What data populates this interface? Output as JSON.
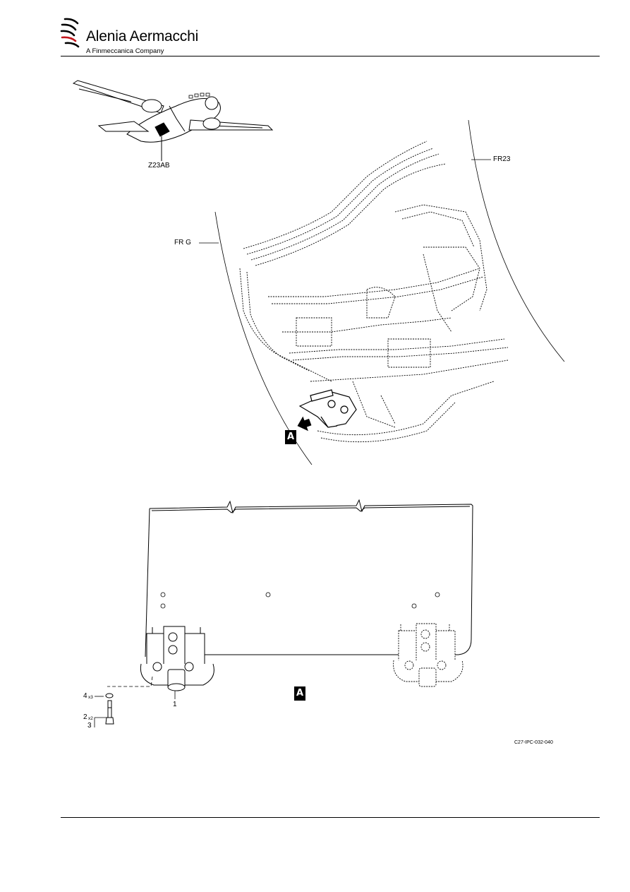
{
  "header": {
    "company_name": "Alenia Aermacchi",
    "company_sub": "A Finmeccanica Company"
  },
  "figure": {
    "zone_label": "Z23AB",
    "frame_right": "FR23",
    "frame_left": "FR G",
    "detail_ref": "A",
    "detail_title": "A",
    "callouts": {
      "item1": "1",
      "item4": "4",
      "item4_qty": "x3",
      "item2": "2",
      "item2_qty": "x2",
      "item3": "3"
    },
    "figure_code": "C27-IPC-032-040"
  },
  "icons": [
    "logo-swoosh-icon",
    "aircraft-locator-icon",
    "view-arrow-icon"
  ]
}
